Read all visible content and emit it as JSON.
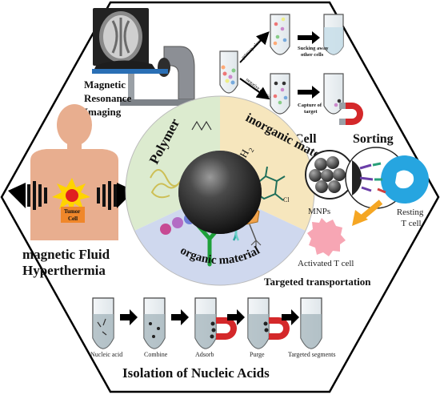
{
  "diagram": {
    "sections": {
      "mri": [
        "Magnetic",
        "Resonance",
        "Imaging"
      ],
      "cell_sorting": {
        "title_left": "Cell",
        "title_right": "Sorting"
      },
      "hyperthermia": {
        "line1": "magnetic Fluid",
        "line2": "Hyperthermia",
        "tumor_label_1": "Tumor",
        "tumor_label_2": "Cell"
      },
      "targeted_transport": {
        "title": "Targeted transportation",
        "mnps": "MNPs",
        "resting": [
          "Resting",
          "T cell"
        ],
        "activated": "Activated T cell"
      },
      "nucleic_acids": {
        "title": "Isolation of Nucleic Acids",
        "steps": [
          "Nucleic acid",
          "Combine",
          "Adsorb",
          "Purge",
          "Targeted segments"
        ]
      }
    },
    "sorting_labels": {
      "primary": "primary election",
      "negative": "negative election",
      "sucking": [
        "Sucking away",
        "other cells"
      ],
      "capture": [
        "Capture of",
        "target"
      ]
    },
    "core": {
      "polymer": "Polymer",
      "inorganic": "inorganic material",
      "organic": "organic material",
      "nh2": "NH",
      "nh2_sub": "2"
    },
    "colors": {
      "polymer_sector": "#dcebcf",
      "inorganic_sector": "#f6e6bd",
      "organic_sector": "#cfd8ee",
      "mnp_core": "#3a3a3a",
      "magnet_red": "#d4282a",
      "tcell_blue": "#26a5e0",
      "activated_pink": "#f7a6b4",
      "arrow_orange": "#f5a623",
      "body_skin": "#e8ae8f",
      "tumor_red": "#e02020",
      "tumor_yellow": "#ffd400"
    }
  }
}
